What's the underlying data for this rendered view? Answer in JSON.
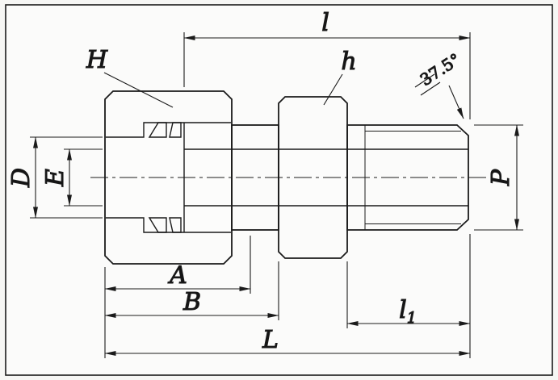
{
  "drawing": {
    "dimension_labels": {
      "l": "l",
      "H": "H",
      "h": "h",
      "angle": "37.5°",
      "D": "D",
      "E": "E",
      "P": "P",
      "A": "A",
      "B": "B",
      "l1_base": "l",
      "l1_sub": "1",
      "L": "L"
    },
    "colors": {
      "line": "#1b1b1b",
      "metal_fill": "#d7d7d7",
      "stipple_dot": "#8d8d8d",
      "paper": "#fbfbfa"
    }
  }
}
